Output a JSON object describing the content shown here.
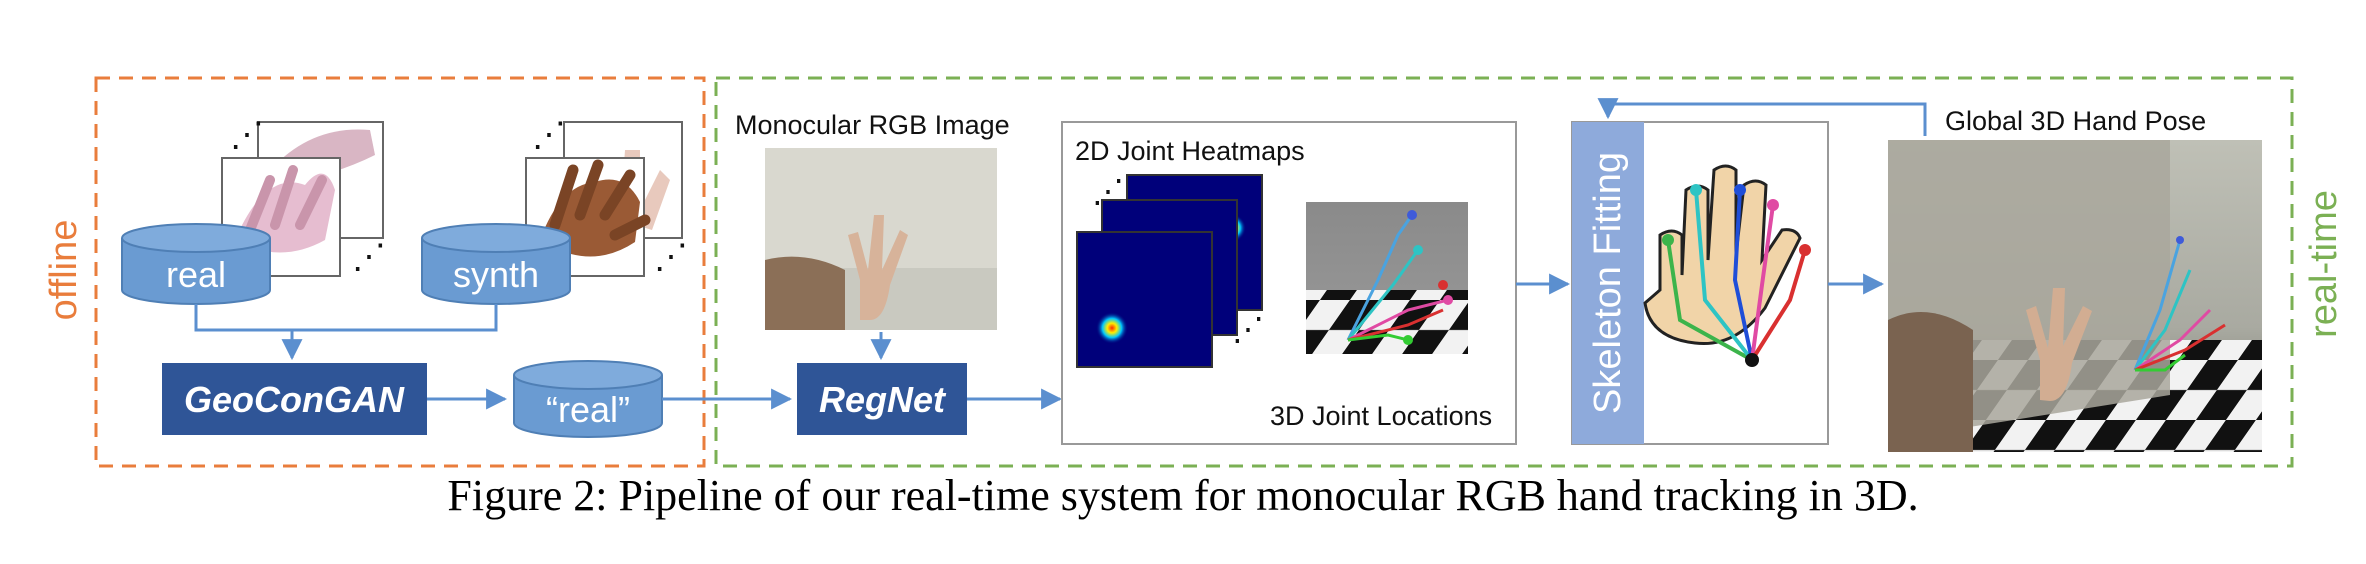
{
  "regions": {
    "offline_label": "offline",
    "realtime_label": "real-time"
  },
  "databases": {
    "real": "real",
    "synth": "synth",
    "real_quoted": "“real”"
  },
  "networks": {
    "geocongan": "GeoConGAN",
    "regnet": "RegNet"
  },
  "labels": {
    "input_image": "Monocular RGB Image",
    "heatmaps": "2D Joint Heatmaps",
    "locations": "3D Joint Locations",
    "skeleton_fitting": "Skeleton Fitting",
    "global_pose": "Global 3D Hand Pose"
  },
  "ellipsis": "⋰",
  "caption": "Figure 2: Pipeline of our real-time system for monocular RGB hand tracking in 3D.",
  "colors": {
    "offline_border": "#e97d3c",
    "realtime_border": "#7bb054",
    "database_fill": "#6a9bd2",
    "network_fill": "#2f5597",
    "arrow": "#5b8fcf",
    "skeleton_bar": "#8eaadb",
    "heatmap_bg": "#00007a"
  },
  "icons": [
    "hand-photo-icon",
    "heatmap-icon",
    "skeleton-icon",
    "hand-model-icon"
  ]
}
